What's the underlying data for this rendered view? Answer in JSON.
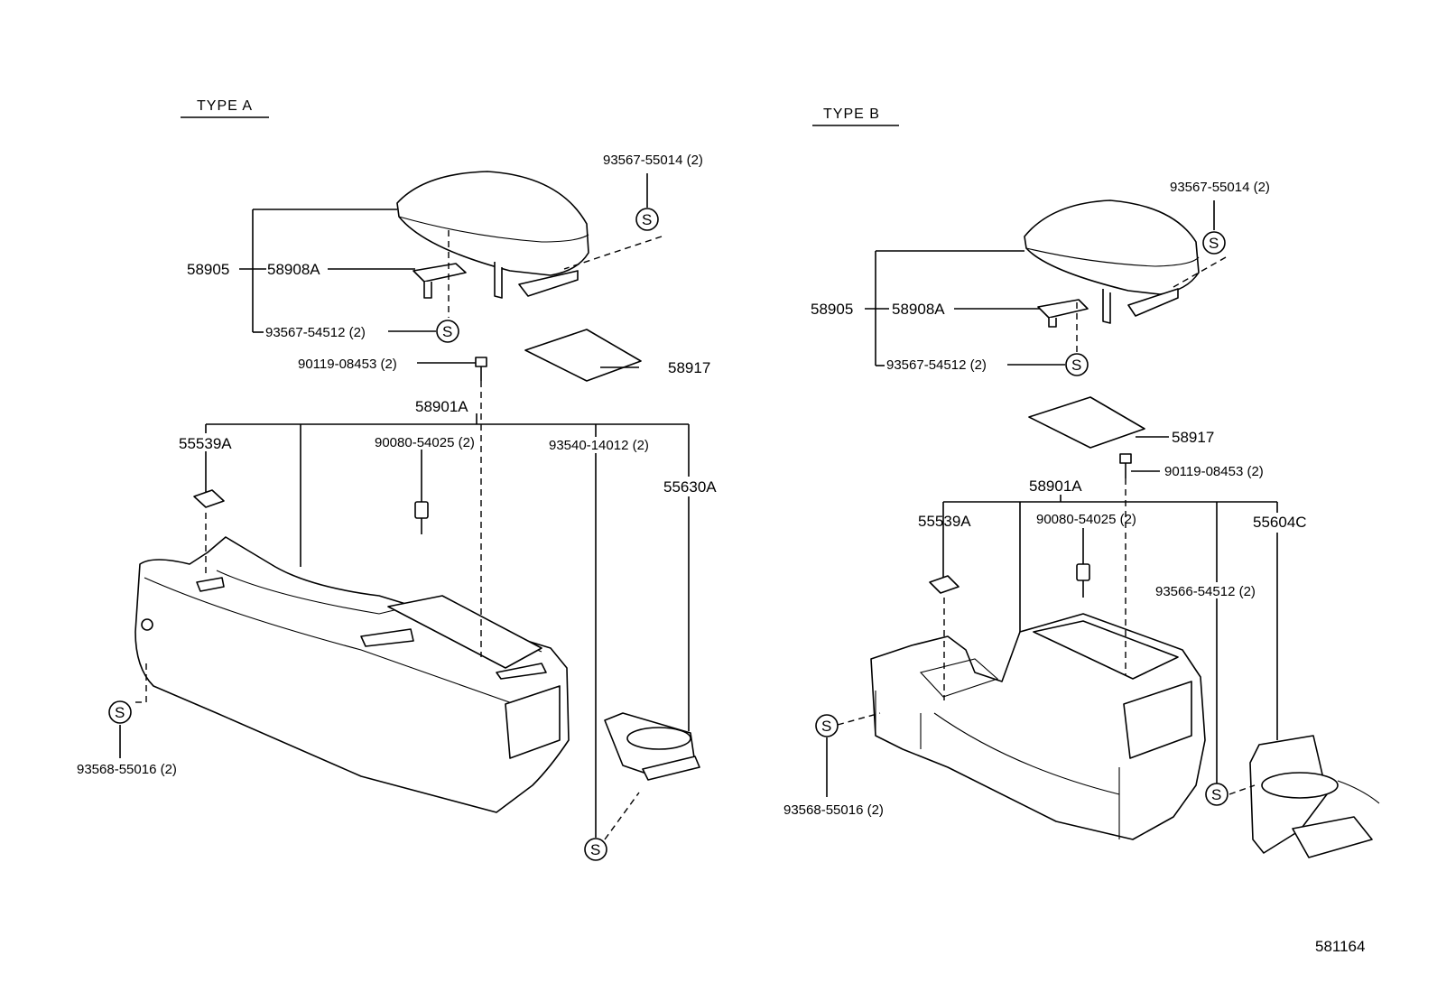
{
  "type_a": {
    "title": "TYPE A",
    "labels": {
      "screw_top": "93567-55014 (2)",
      "armrest_assy": "58905",
      "hinge": "58908A",
      "screw_hinge": "93567-54512 (2)",
      "bolt": "90119-08453 (2)",
      "mat": "58917",
      "console_box": "58901A",
      "clip": "55539A",
      "lock": "90080-54025 (2)",
      "screw_holder": "93540-14012 (2)",
      "cup_holder": "55630A",
      "screw_side": "93568-55016 (2)"
    }
  },
  "type_b": {
    "title": "TYPE B",
    "labels": {
      "screw_top": "93567-55014 (2)",
      "armrest_assy": "58905",
      "hinge": "58908A",
      "screw_hinge": "93567-54512 (2)",
      "mat": "58917",
      "bolt": "90119-08453 (2)",
      "console_box": "58901A",
      "clip": "55539A",
      "lock": "90080-54025 (2)",
      "cup_holder": "55604C",
      "screw_holder": "93566-54512 (2)",
      "screw_side": "93568-55016 (2)"
    }
  },
  "screw_symbol": "S",
  "diagram_id": "581164"
}
